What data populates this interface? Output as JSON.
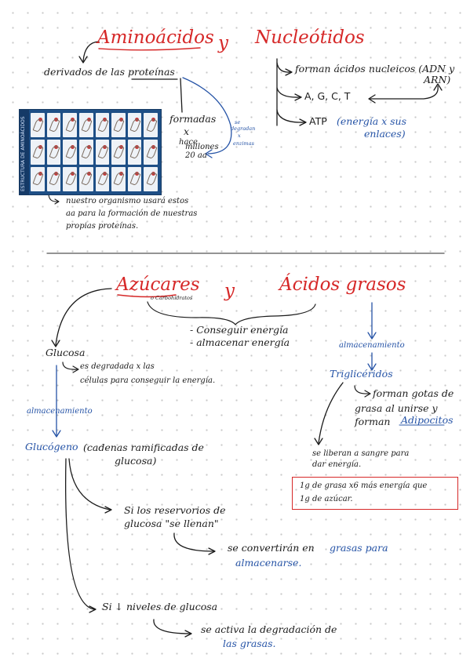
{
  "top": {
    "title_left": "Aminoácidos",
    "title_y": "y",
    "title_right": "Nucleótidos",
    "derivados": "derivados de las proteínas",
    "formadas": "formadas",
    "x": "x",
    "hace": "hace",
    "millones": "millones",
    "anos": "20 aa",
    "se_degradan": "se",
    "degradan": "degradan",
    "x2": "x",
    "enzimas": "enzimas",
    "forman_acidos": "forman ácidos nucleicos (ADN y",
    "arn": "ARN)",
    "bases": "A, G, C, T",
    "atp": "ATP",
    "atp_note": "(energía x sus",
    "enlaces": "enlaces)",
    "organismo_1": "nuestro organismo usará estos",
    "organismo_2": "aa para la formación de nuestras",
    "organismo_3": "propias proteínas.",
    "photo_label": "ESTRUCTURA DE AMINOÁCIDOS"
  },
  "bottom": {
    "title_left": "Azúcares",
    "carbohidratos": "o Carbohidratos",
    "title_y": "y",
    "title_right": "Ácidos grasos",
    "conseguir": "- Conseguir energía",
    "almacenar": "- almacenar energía",
    "glucosa": "Glucosa",
    "degradada_1": "es degradada x las",
    "degradada_2": "células para conseguir la energía.",
    "almacenamiento_left": "almacenamiento",
    "glucogeno": "Glucógeno",
    "glucogeno_note_1": "(cadenas ramificadas de",
    "glucogeno_note_2": "glucosa)",
    "almacenamiento_right": "almacenamiento",
    "trigliceridos": "Triglicéridos",
    "forman_gotas_1": "forman gotas de",
    "forman_gotas_2": "grasa al unirse y",
    "forman_gotas_3": "forman",
    "adipocitos": "Adipocitos",
    "liberan_1": "se liberan a sangre para",
    "liberan_2": "dar energía.",
    "box_1": "1g de grasa x6 más energía que",
    "box_2": "1g de azúcar.",
    "reservorios_1": "Si los reservorios de",
    "reservorios_2": "glucosa \"se llenan\"",
    "convertiran": "se convertirán en",
    "grasas_para": "grasas para",
    "almacenarse": "almacenarse.",
    "niveles": "Si ↓ niveles de glucosa",
    "activa": "se activa la degradación de",
    "las_grasas": "las grasas."
  },
  "colors": {
    "red": "#d62828",
    "blue": "#2553a6",
    "ink": "#1b1b1b"
  }
}
